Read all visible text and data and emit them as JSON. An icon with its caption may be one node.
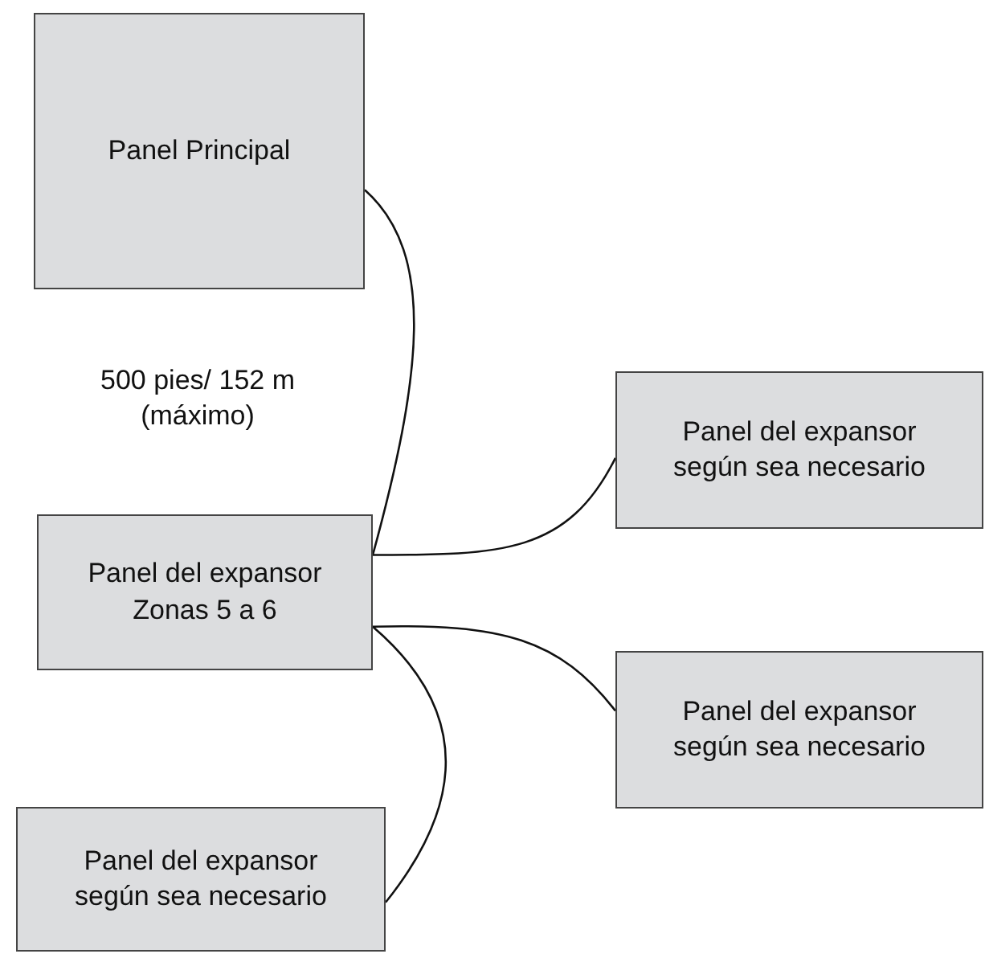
{
  "diagram": {
    "nodes": [
      {
        "text": [
          "Panel Principal"
        ]
      },
      {
        "text": [
          "Panel del expansor Zonas 5 a 6"
        ]
      },
      {
        "text": [
          "Panel del expansor según sea necesario"
        ]
      },
      {
        "text": [
          "Panel del expansor según sea necesario"
        ]
      },
      {
        "text": [
          "Panel del expansor según sea necesario"
        ]
      }
    ],
    "edges": [
      {
        "from": 0,
        "to": 1,
        "arrow": "none"
      },
      {
        "from": 1,
        "to": 2,
        "arrow": "none"
      },
      {
        "from": 1,
        "to": 3,
        "arrow": "none"
      },
      {
        "from": 1,
        "to": 4,
        "arrow": "none"
      }
    ],
    "labels": [
      "500 pies/ 152 m (máximo)"
    ]
  }
}
